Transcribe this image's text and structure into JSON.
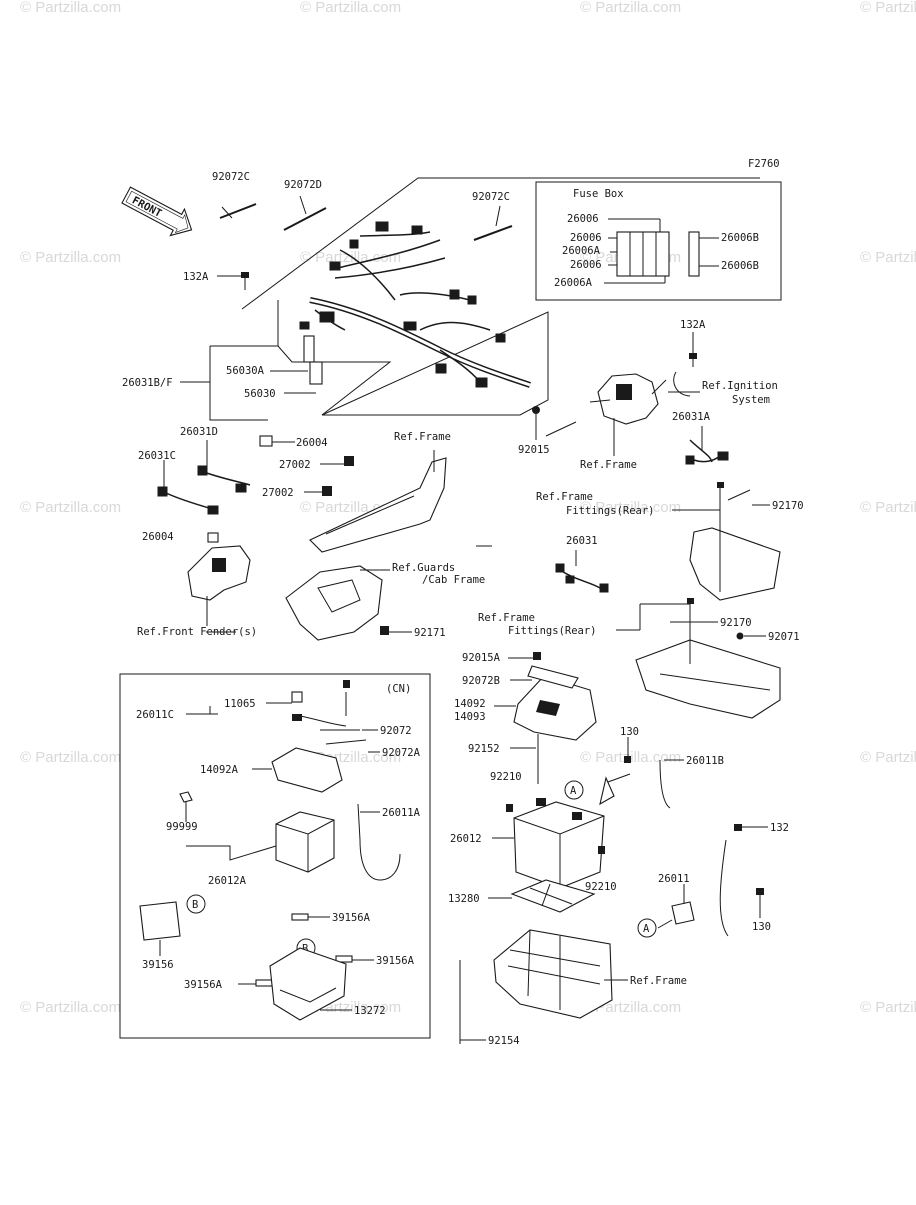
{
  "diagram_code": "F2760",
  "front_label": "FRONT",
  "watermark": "© Partzilla.com",
  "fuse_box": {
    "title": "Fuse Box",
    "labels": [
      "26006",
      "26006",
      "26006A",
      "26006",
      "26006A",
      "26006B",
      "26006B"
    ]
  },
  "cn_box": {
    "tag": "(CN)",
    "labels": [
      "11065",
      "26011C",
      "92072",
      "92072A",
      "14092A",
      "26011A",
      "99999",
      "26012A",
      "39156",
      "39156A",
      "39156A",
      "39156A",
      "13272"
    ],
    "callouts": [
      "B",
      "B"
    ]
  },
  "part_labels": [
    "92072C",
    "92072D",
    "92072C",
    "132A",
    "56030A",
    "26031B/F",
    "56030",
    "26004",
    "92015",
    "132A",
    "Ref.Ignition",
    "System",
    "Ref.Frame",
    "26031A",
    "Ref.Frame",
    "26031D",
    "26031C",
    "27002",
    "27002",
    "Ref.Frame",
    "Fittings(Rear)",
    "92170",
    "26004",
    "26031",
    "Ref.Guards",
    "/Cab Frame",
    "Ref.Front Fender(s)",
    "92171",
    "Ref.Frame",
    "Fittings(Rear)",
    "92170",
    "92071",
    "92015A",
    "92072B",
    "14092",
    "14093",
    "130",
    "92152",
    "26011B",
    "92210",
    "26012",
    "92210",
    "132",
    "26011",
    "130",
    "13280",
    "Ref.Frame",
    "92154"
  ],
  "callouts": [
    "A",
    "A"
  ]
}
